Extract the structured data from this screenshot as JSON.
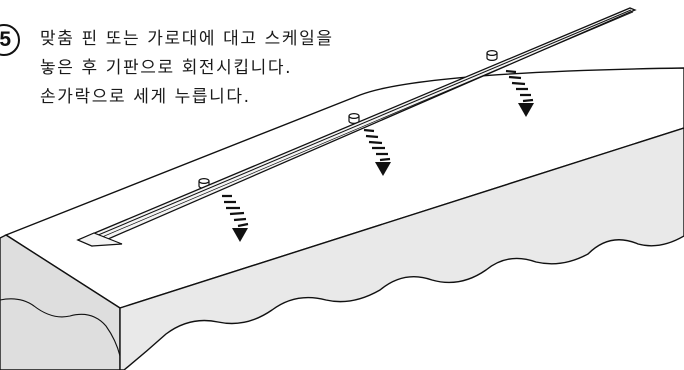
{
  "step": {
    "number": "5"
  },
  "instructions": {
    "lines": [
      "맞춤 핀 또는 가로대에 대고 스케일을",
      "놓은 후 기판으로 회전시킵니다.",
      "손가락으로 세게 누릅니다."
    ]
  },
  "illustration": {
    "ink_color": "#111111",
    "surface_color": "#ffffff",
    "side_shade_color": "#dcdcdc",
    "front_shade_color": "#e6e6e6",
    "pin_count": 3,
    "arrow_count": 3
  }
}
